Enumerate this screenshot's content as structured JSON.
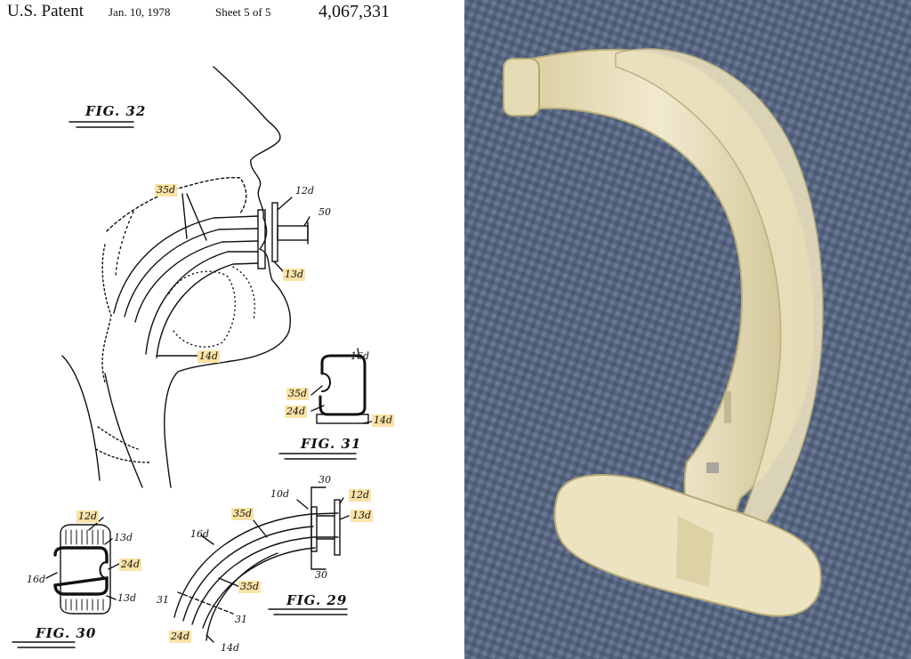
{
  "header": {
    "patent": "U.S. Patent",
    "date": "Jan. 10, 1978",
    "sheet": "Sheet 5 of 5",
    "number": "4,067,331"
  },
  "figures": {
    "fig32": "FIG. 32",
    "fig31": "FIG. 31",
    "fig30": "FIG. 30",
    "fig29": "FIG. 29"
  },
  "labels": {
    "l35d_a": "35d",
    "l12d_a": "12d",
    "l50": "50",
    "l13d_a": "13d",
    "l14d_a": "14d",
    "l16d_a": "16d",
    "l35d_b": "35d",
    "l24d_a": "24d",
    "l14d_b": "14d",
    "l12d_b": "12d",
    "l13d_b": "13d",
    "l24d_b": "24d",
    "l16d_b": "16d",
    "l13d_c": "13d",
    "l10d": "10d",
    "l30a": "30",
    "l12d_c": "12d",
    "l35d_c": "35d",
    "l13d_d": "13d",
    "l16d_c": "16d",
    "l35d_d": "35d",
    "l31a": "31",
    "l31b": "31",
    "l30b": "30",
    "l24d_c": "24d",
    "l14d_c": "14d"
  },
  "colors": {
    "highlight": "#fbe3a6",
    "fabric": "#55647d",
    "airway": "#e6dcb0"
  }
}
